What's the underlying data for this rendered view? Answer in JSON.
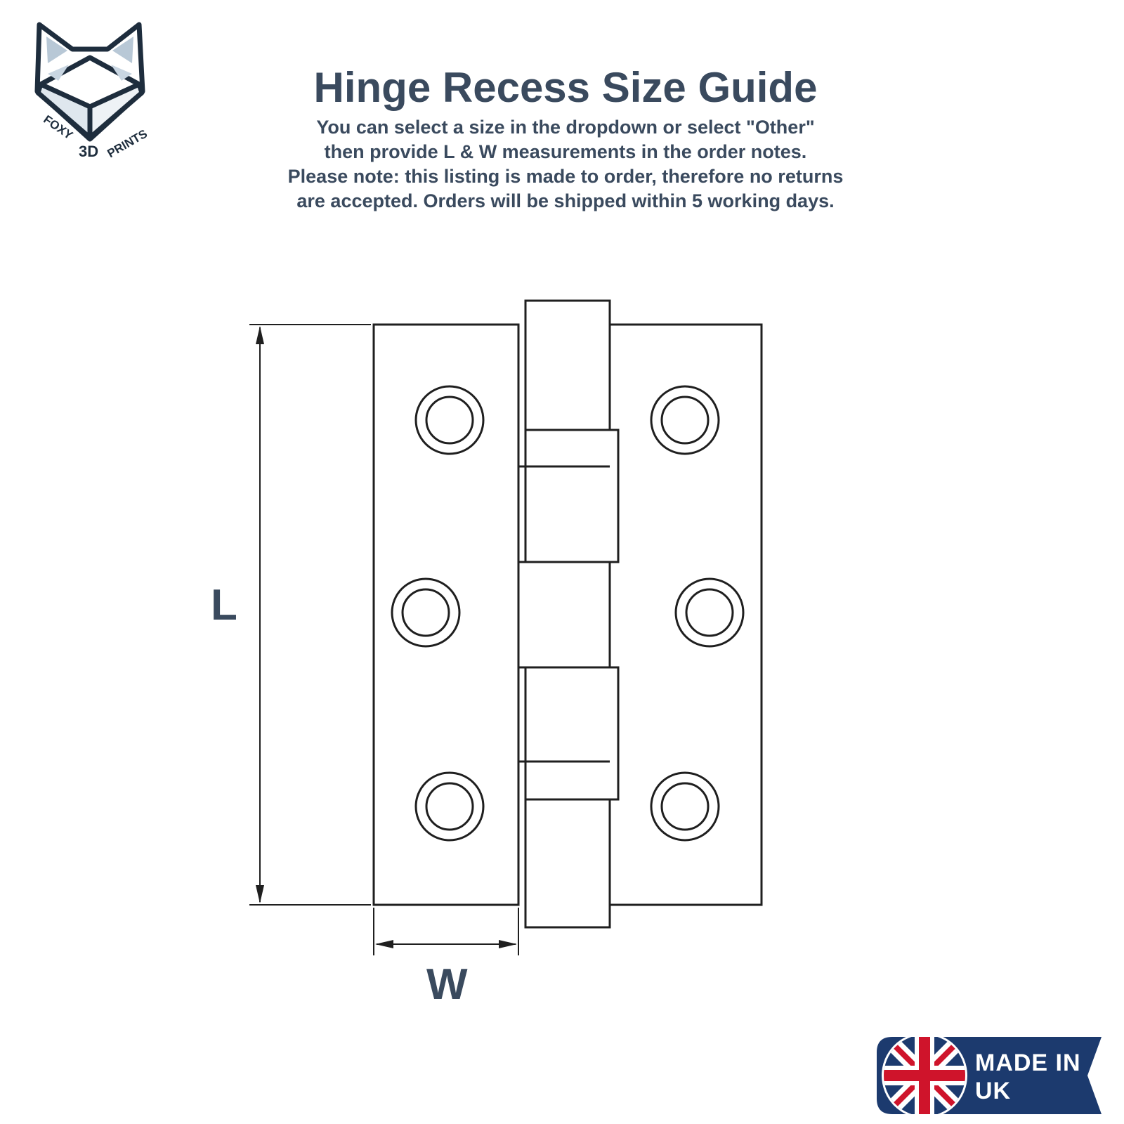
{
  "header": {
    "title": "Hinge Recess Size Guide",
    "lines": [
      "You can select a size in the dropdown or select \"Other\"",
      "then provide L & W measurements in the order notes.",
      "Please note: this listing is made to order, therefore no returns",
      "are accepted. Orders will be shipped within 5 working days."
    ]
  },
  "logo": {
    "text_left": "FOXY",
    "text_center": "3D",
    "text_right": "PRINTS",
    "color": "#1e2d3d"
  },
  "diagram": {
    "length_label": "L",
    "width_label": "W"
  },
  "badge": {
    "line1": "MADE IN",
    "line2": "UK",
    "background": "#1c3a6e"
  },
  "colors": {
    "text": "#3a4a5e",
    "line": "#1f1f1f"
  }
}
